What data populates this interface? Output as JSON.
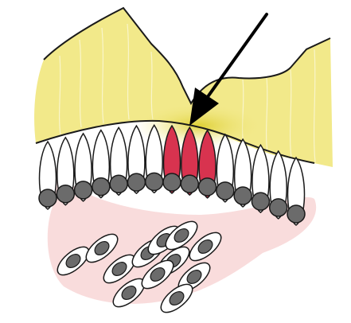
{
  "figure": {
    "colors": {
      "background": "#ffffff",
      "matrix_yellow": "#f2e98a",
      "matrix_highlight": "#e4d84a",
      "stroma_pink": "#f9dcdc",
      "cell_white": "#ffffff",
      "cell_red": "#d8334f",
      "nucleus": "#6b6b6b",
      "outline": "#1a1a1a"
    },
    "arrow": {
      "direction": "down-left",
      "icon": "pointer-arrow"
    },
    "columnar_cells": {
      "total": 15,
      "highlighted": 3,
      "highlighted_positions": [
        8,
        9,
        10
      ]
    },
    "loose_cells": {
      "count": 12
    }
  }
}
